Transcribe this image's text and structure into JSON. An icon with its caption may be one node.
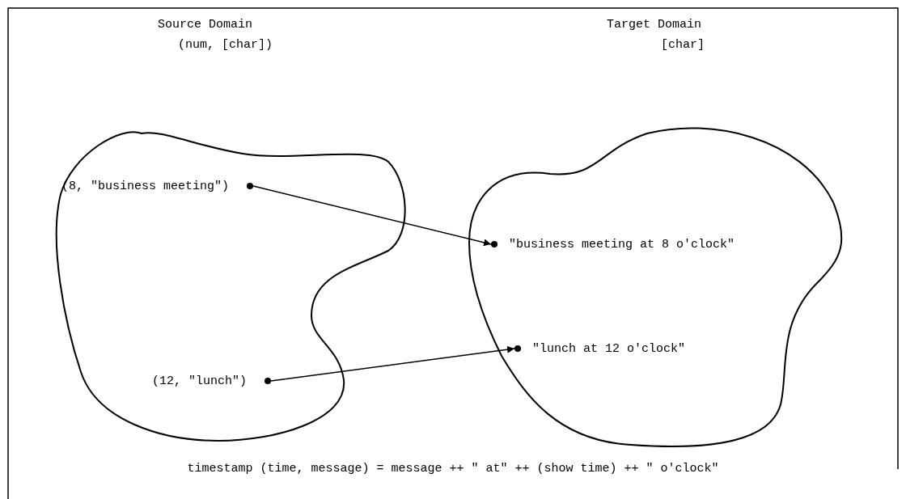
{
  "diagram": {
    "caption": "timestamp (time, message) = message ++ \" at\" ++ (show time) ++ \" o'clock\"",
    "nodes": [
      {
        "text": [],
        "shape": "cloud"
      },
      {
        "text": [
          "(8, \"business meeting\")"
        ],
        "in": 0
      },
      {
        "text": [
          "(12, \"lunch\")"
        ],
        "in": 0
      },
      {
        "text": [],
        "shape": "cloud"
      },
      {
        "text": [
          "\"business meeting at 8 o'clock\""
        ],
        "in": 3
      },
      {
        "text": [
          "\"lunch at 12 o'clock\""
        ],
        "in": 3
      }
    ],
    "edges": [
      {
        "from": 1,
        "to": 4,
        "arrow": "to"
      },
      {
        "from": 2,
        "to": 5,
        "arrow": "to"
      }
    ],
    "labels": [
      "Source Domain",
      "Target Domain",
      "(num, [char])",
      "[char]"
    ]
  }
}
